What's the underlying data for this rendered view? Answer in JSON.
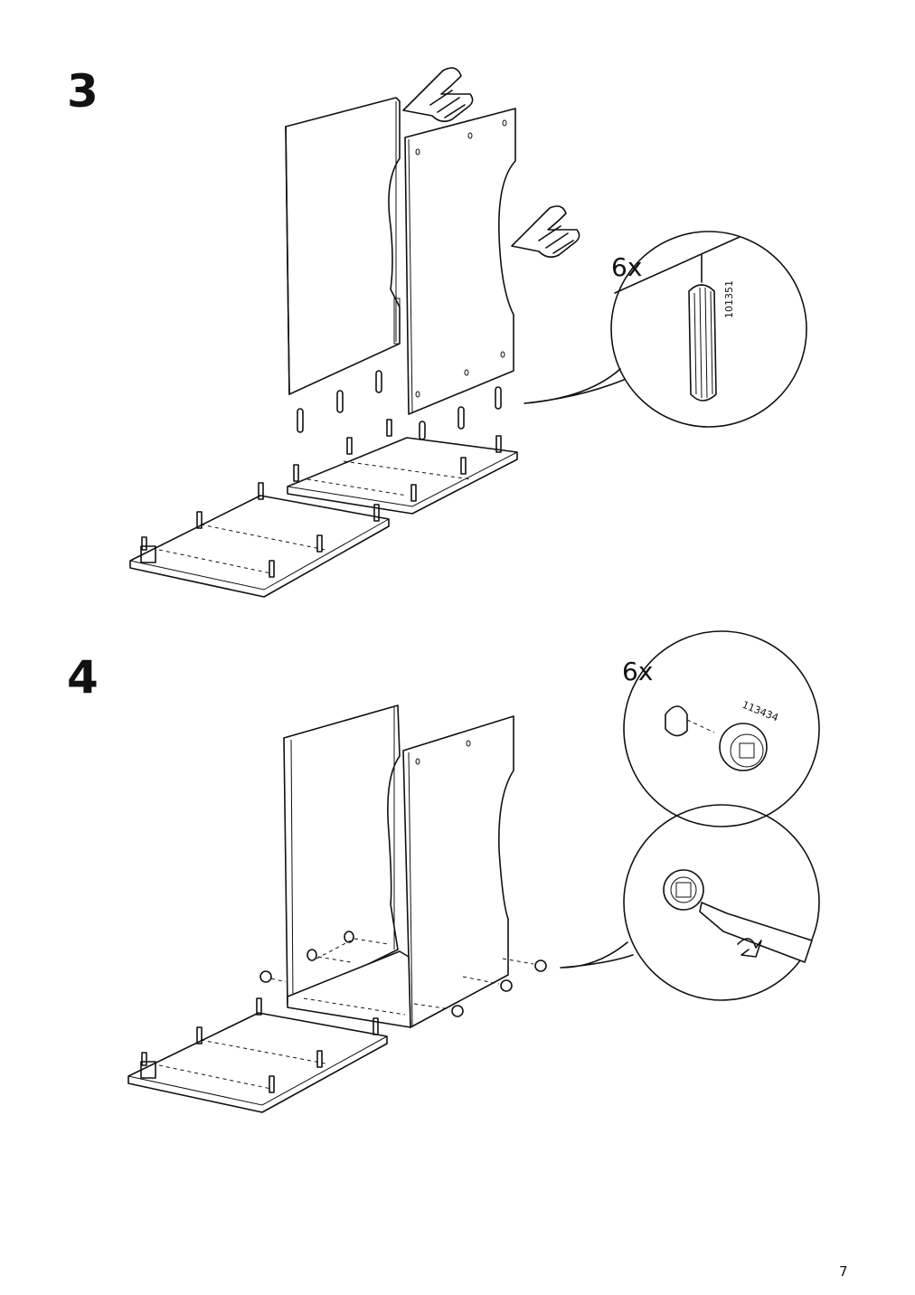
{
  "steps": [
    {
      "number": "3",
      "quantity": "6x",
      "part_number": "101351"
    },
    {
      "number": "4",
      "quantity": "6x",
      "part_number": "113434"
    }
  ],
  "page_number": "7"
}
